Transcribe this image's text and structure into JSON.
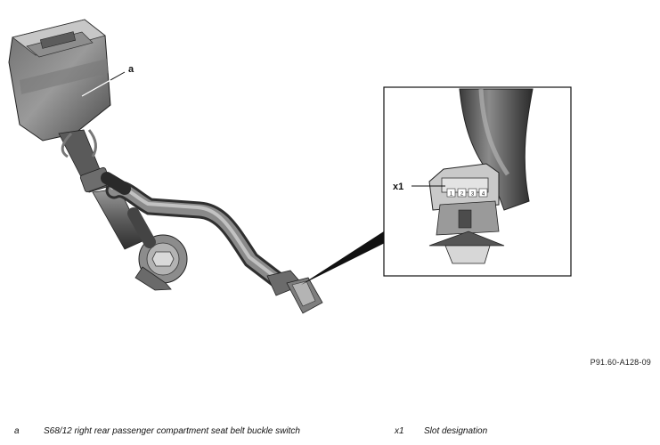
{
  "callouts": {
    "a": "a",
    "x1": "x1",
    "pins": [
      "1",
      "2",
      "3",
      "4"
    ]
  },
  "figure_ref": "P91.60-A128-09",
  "legend": [
    {
      "key": "a",
      "description": "S68/12 right rear passenger compartment seat belt buckle switch"
    },
    {
      "key": "x1",
      "description": "Slot designation"
    }
  ]
}
